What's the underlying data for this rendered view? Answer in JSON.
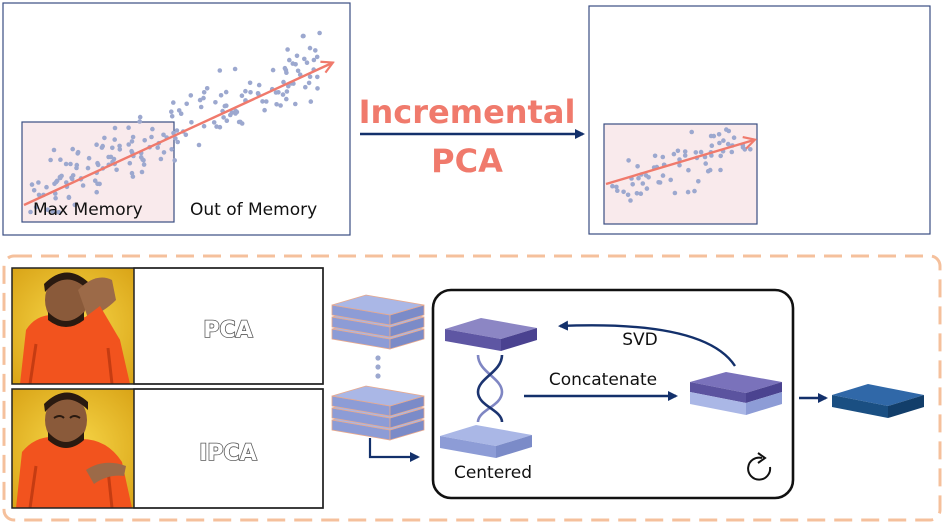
{
  "labels": {
    "max_memory": "Max Memory",
    "out_of_memory": "Out of Memory",
    "incremental_line1": "Incremental",
    "incremental_line2": "PCA",
    "pca_meme": "PCA",
    "ipca_meme": "IPCA",
    "svd": "SVD",
    "concatenate": "Concatenate",
    "centered": "Centered"
  },
  "colors": {
    "accent_salmon": "#f07a6c",
    "panel_border": "#3a4e82",
    "memory_box_fill": "#f9eaec",
    "scatter_point": "#9ca8cf",
    "dashed_border": "#f5c09c",
    "navy_arrow": "#13306b",
    "meme_yellow": "#f2c230",
    "jacket_orange": "#f2531e",
    "output_block": "#1a4f82"
  },
  "icons": {
    "loop": "refresh-icon",
    "dna": "dna-helix-icon"
  }
}
